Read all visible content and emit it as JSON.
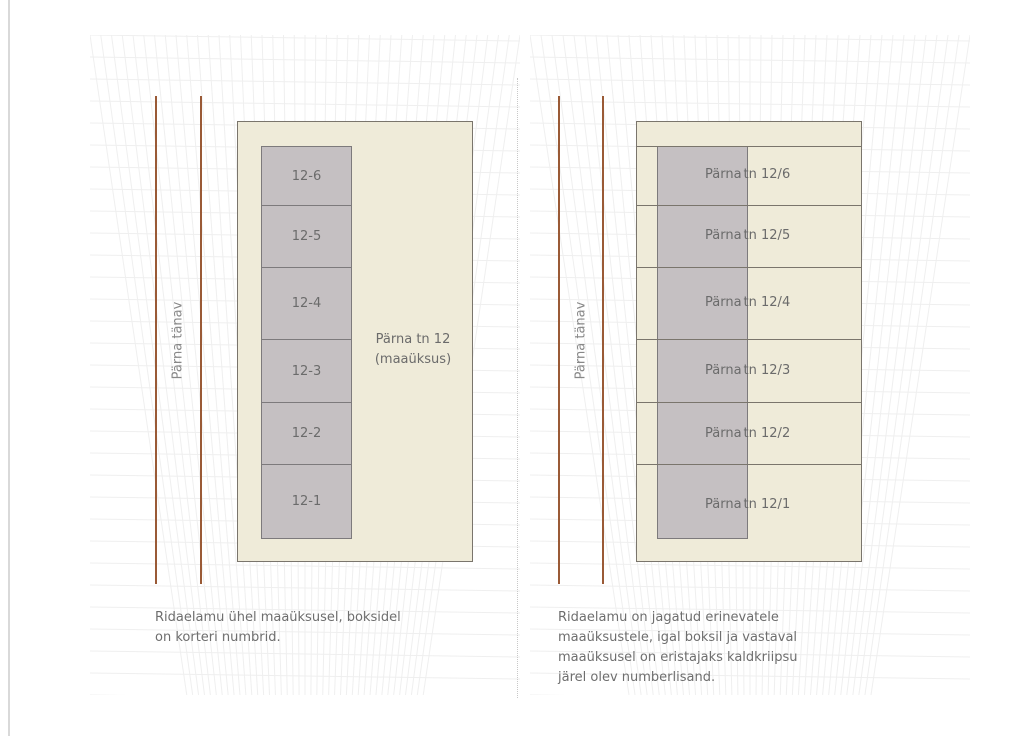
{
  "left": {
    "street_label": "Pärna tänav",
    "units": [
      "12-6",
      "12-5",
      "12-4",
      "12-3",
      "12-2",
      "12-1"
    ],
    "parcel_label_line1": "Pärna tn 12",
    "parcel_label_line2": "(maaüksus)",
    "caption_line1": "Ridaelamu ühel maaüksusel, boksidel",
    "caption_line2": "on korteri numbrid."
  },
  "right": {
    "street_label": "Pärna tänav",
    "units": [
      {
        "part_a": "Pärna",
        "part_b": "tn 12/6"
      },
      {
        "part_a": "Pärna",
        "part_b": "tn 12/5"
      },
      {
        "part_a": "Pärna",
        "part_b": "tn 12/4"
      },
      {
        "part_a": "Pärna",
        "part_b": "tn 12/3"
      },
      {
        "part_a": "Pärna",
        "part_b": "tn 12/2"
      },
      {
        "part_a": "Pärna",
        "part_b": "tn 12/1"
      }
    ],
    "caption_line1": "Ridaelamu on jagatud erinevatele",
    "caption_line2": "maaüksustele, igal boksil ja vastaval",
    "caption_line3": "maaüksusel on eristajaks kaldkriipsu",
    "caption_line4": "järel olev numberlisand."
  },
  "colors": {
    "road": "#9a5a36",
    "parcel_fill": "#efebd9",
    "unit_fill": "#c5c0c2",
    "outline": "#7a756c"
  }
}
